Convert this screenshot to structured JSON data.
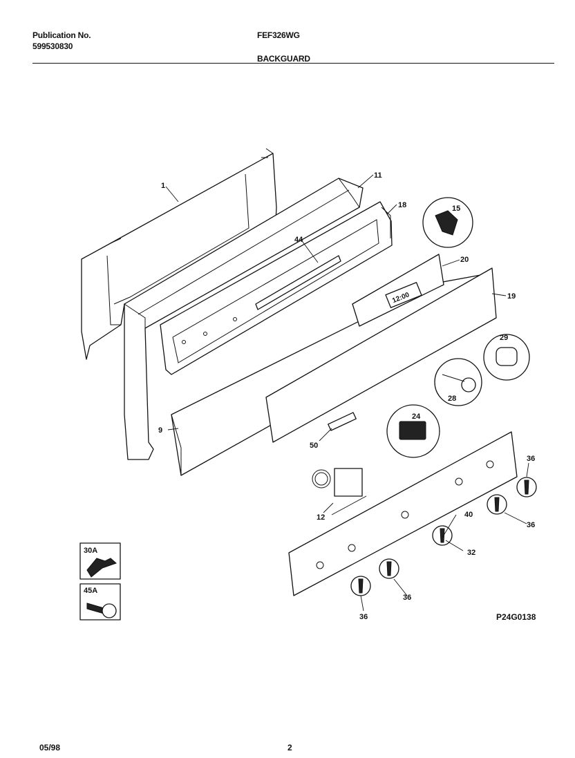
{
  "header": {
    "publication_label": "Publication No.",
    "publication_number": "599530830",
    "model": "FEF326WG",
    "section_title": "BACKGUARD"
  },
  "footer": {
    "date": "05/98",
    "page": "2",
    "drawing_code": "P24G0138"
  },
  "diagram": {
    "clock_display": "12:00",
    "callouts": [
      "1",
      "11",
      "18",
      "15",
      "44",
      "20",
      "19",
      "29",
      "28",
      "24",
      "9",
      "50",
      "36",
      "12",
      "40",
      "36",
      "32",
      "36",
      "36"
    ],
    "inset_labels": [
      "30A",
      "45A"
    ]
  }
}
